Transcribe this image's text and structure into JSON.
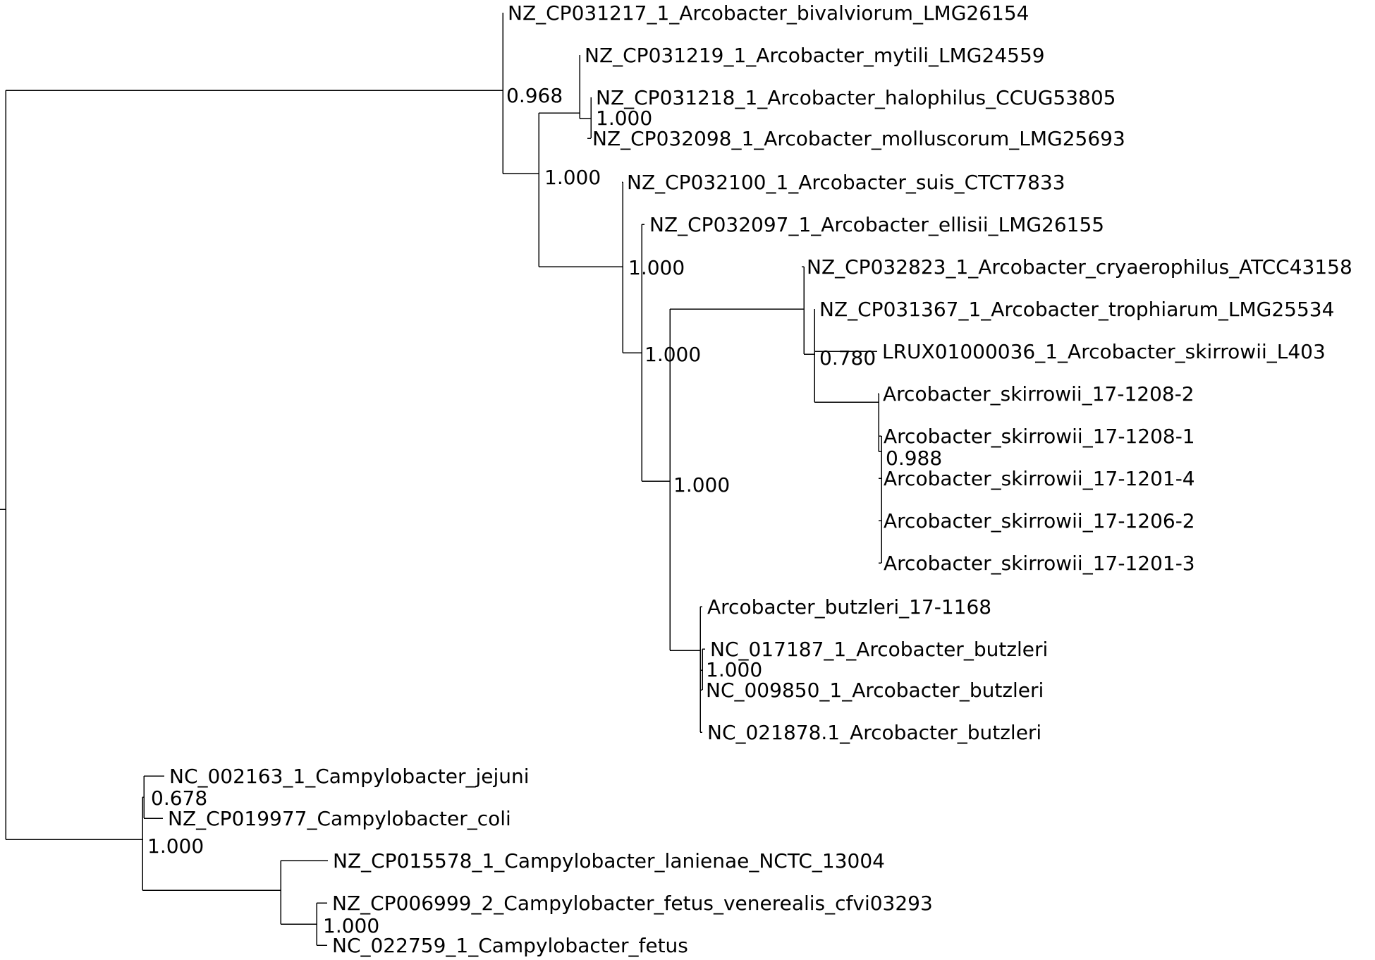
{
  "tree": {
    "leaves": [
      {
        "id": "L1",
        "label": "NZ_CP031217_1_Arcobacter_bivalviorum_LMG26154"
      },
      {
        "id": "L2",
        "label": "NZ_CP031219_1_Arcobacter_mytili_LMG24559"
      },
      {
        "id": "L3",
        "label": "NZ_CP031218_1_Arcobacter_halophilus_CCUG53805"
      },
      {
        "id": "L4",
        "label": "NZ_CP032098_1_Arcobacter_molluscorum_LMG25693"
      },
      {
        "id": "L5",
        "label": "NZ_CP032100_1_Arcobacter_suis_CTCT7833"
      },
      {
        "id": "L6",
        "label": "NZ_CP032097_1_Arcobacter_ellisii_LMG26155"
      },
      {
        "id": "L7",
        "label": "NZ_CP032823_1_Arcobacter_cryaerophilus_ATCC43158"
      },
      {
        "id": "L8",
        "label": "NZ_CP031367_1_Arcobacter_trophiarum_LMG25534"
      },
      {
        "id": "L9",
        "label": "LRUX01000036_1_Arcobacter_skirrowii_L403"
      },
      {
        "id": "L10",
        "label": "Arcobacter_skirrowii_17-1208-2"
      },
      {
        "id": "L11",
        "label": "Arcobacter_skirrowii_17-1208-1"
      },
      {
        "id": "L12",
        "label": "Arcobacter_skirrowii_17-1201-4"
      },
      {
        "id": "L13",
        "label": "Arcobacter_skirrowii_17-1206-2"
      },
      {
        "id": "L14",
        "label": "Arcobacter_skirrowii_17-1201-3"
      },
      {
        "id": "L15",
        "label": "Arcobacter_butzleri_17-1168"
      },
      {
        "id": "L16",
        "label": "NC_017187_1_Arcobacter_butzleri"
      },
      {
        "id": "L17",
        "label": "NC_009850_1_Arcobacter_butzleri"
      },
      {
        "id": "L18",
        "label": "NC_021878.1_Arcobacter_butzleri"
      },
      {
        "id": "L19",
        "label": "NC_002163_1_Campylobacter_jejuni"
      },
      {
        "id": "L20",
        "label": "NZ_CP019977_Campylobacter_coli"
      },
      {
        "id": "L21",
        "label": "NZ_CP015578_1_Campylobacter_lanienae_NCTC_13004"
      },
      {
        "id": "L22",
        "label": "NZ_CP006999_2_Campylobacter_fetus_venerealis_cfvi03293"
      },
      {
        "id": "L23",
        "label": "NC_022759_1_Campylobacter_fetus"
      }
    ],
    "support_values": [
      {
        "node": "N_arco_root",
        "value": "0.968"
      },
      {
        "node": "N_halo_mollus",
        "value": "1.000"
      },
      {
        "node": "N_mytili_group",
        "value": "1.000"
      },
      {
        "node": "N_suis_rest",
        "value": "1.000"
      },
      {
        "node": "N_ellisii_rest",
        "value": "1.000"
      },
      {
        "node": "N_cryae_butz",
        "value": "1.000"
      },
      {
        "node": "N_troph_skirr",
        "value": "0.780"
      },
      {
        "node": "N_skirrowii",
        "value": "0.988"
      },
      {
        "node": "N_butzleri",
        "value": "1.000"
      },
      {
        "node": "N_jejuni_coli",
        "value": "0.678"
      },
      {
        "node": "N_campylobacter",
        "value": "1.000"
      },
      {
        "node": "N_fetus",
        "value": "1.000"
      }
    ],
    "line_color": "#000000",
    "text_color": "#000000"
  }
}
